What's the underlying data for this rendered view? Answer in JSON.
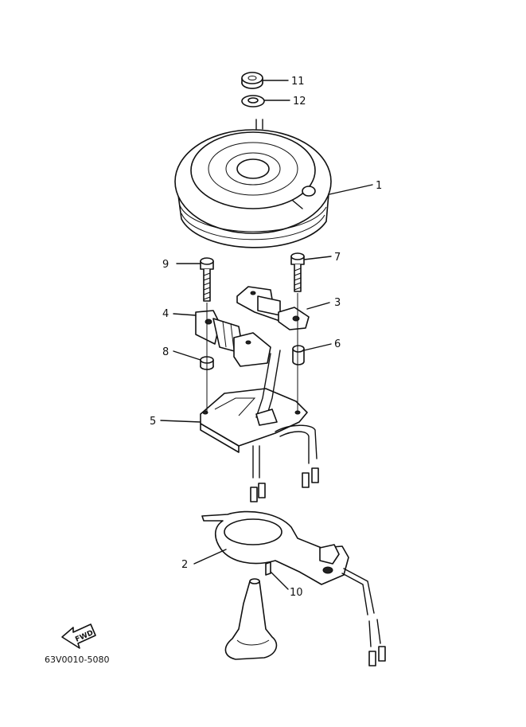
{
  "callouts": [
    {
      "id": "11",
      "text": "11"
    },
    {
      "id": "12",
      "text": "12"
    },
    {
      "id": "1",
      "text": "1"
    },
    {
      "id": "9",
      "text": "9"
    },
    {
      "id": "7",
      "text": "7"
    },
    {
      "id": "3",
      "text": "3"
    },
    {
      "id": "4",
      "text": "4"
    },
    {
      "id": "8",
      "text": "8"
    },
    {
      "id": "6",
      "text": "6"
    },
    {
      "id": "5",
      "text": "5"
    },
    {
      "id": "2",
      "text": "2"
    },
    {
      "id": "10",
      "text": "10"
    }
  ],
  "direction_badge": "FWD",
  "diagram_code": "63V0010-5080"
}
